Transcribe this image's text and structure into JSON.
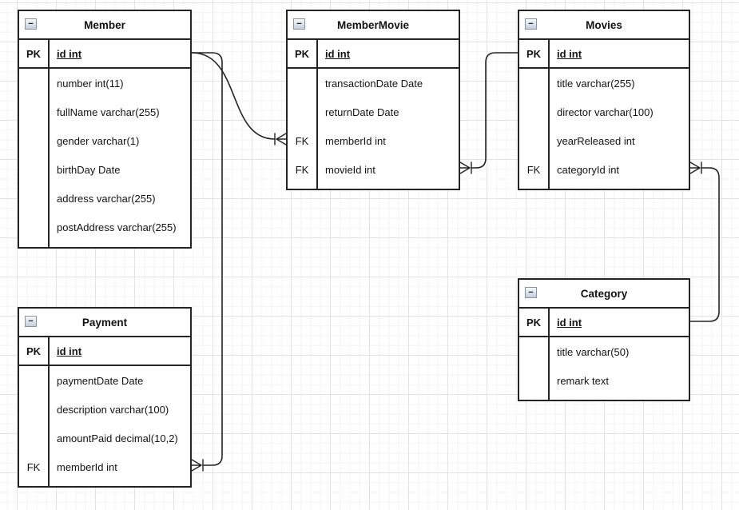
{
  "icons": {
    "collapse_glyph": "−"
  },
  "tables": [
    {
      "title": "Member",
      "pk_key": "PK",
      "pk_field": "id int",
      "rows": [
        {
          "key": "",
          "field": "number int(11)"
        },
        {
          "key": "",
          "field": "fullName varchar(255)"
        },
        {
          "key": "",
          "field": "gender varchar(1)"
        },
        {
          "key": "",
          "field": "birthDay Date"
        },
        {
          "key": "",
          "field": "address varchar(255)"
        },
        {
          "key": "",
          "field": "postAddress varchar(255)"
        }
      ]
    },
    {
      "title": "MemberMovie",
      "pk_key": "PK",
      "pk_field": "id int",
      "rows": [
        {
          "key": "",
          "field": "transactionDate Date"
        },
        {
          "key": "",
          "field": "returnDate Date"
        },
        {
          "key": "FK",
          "field": "memberId int"
        },
        {
          "key": "FK",
          "field": "movieId int"
        }
      ]
    },
    {
      "title": "Movies",
      "pk_key": "PK",
      "pk_field": "id int",
      "rows": [
        {
          "key": "",
          "field": "title varchar(255)"
        },
        {
          "key": "",
          "field": "director varchar(100)"
        },
        {
          "key": "",
          "field": "yearReleased int"
        },
        {
          "key": "FK",
          "field": "categoryId int"
        }
      ]
    },
    {
      "title": "Payment",
      "pk_key": "PK",
      "pk_field": "id int",
      "rows": [
        {
          "key": "",
          "field": "paymentDate Date"
        },
        {
          "key": "",
          "field": "description varchar(100)"
        },
        {
          "key": "",
          "field": "amountPaid decimal(10,2)"
        },
        {
          "key": "FK",
          "field": "memberId int"
        }
      ]
    },
    {
      "title": "Category",
      "pk_key": "PK",
      "pk_field": "id int",
      "rows": [
        {
          "key": "",
          "field": "title varchar(50)"
        },
        {
          "key": "",
          "field": "remark text"
        }
      ]
    }
  ],
  "relationships": [
    {
      "from": "Member.id",
      "to": "MemberMovie.memberId",
      "type": "one-to-many"
    },
    {
      "from": "Movies.id",
      "to": "MemberMovie.movieId",
      "type": "one-to-many"
    },
    {
      "from": "Category.id",
      "to": "Movies.categoryId",
      "type": "one-to-many"
    },
    {
      "from": "Member.id",
      "to": "Payment.memberId",
      "type": "one-to-many"
    }
  ]
}
